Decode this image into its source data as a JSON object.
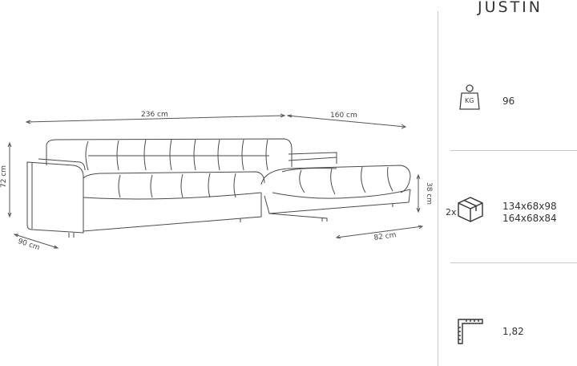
{
  "product": {
    "name": "JUSTIN"
  },
  "dimensions": {
    "width_main": "236 cm",
    "width_chaise": "160 cm",
    "height": "72 cm",
    "depth": "90 cm",
    "chaise_depth": "82 cm",
    "seat_height": "38 cm"
  },
  "specs": {
    "weight_icon_text": "KG",
    "weight": "96",
    "packages_count": "2x",
    "package_size_1": "134x68x98",
    "package_size_2": "164x68x84",
    "volume": "1,82"
  },
  "icons": [
    "kg-weight-icon",
    "box-package-icon",
    "volume-square-icon"
  ]
}
